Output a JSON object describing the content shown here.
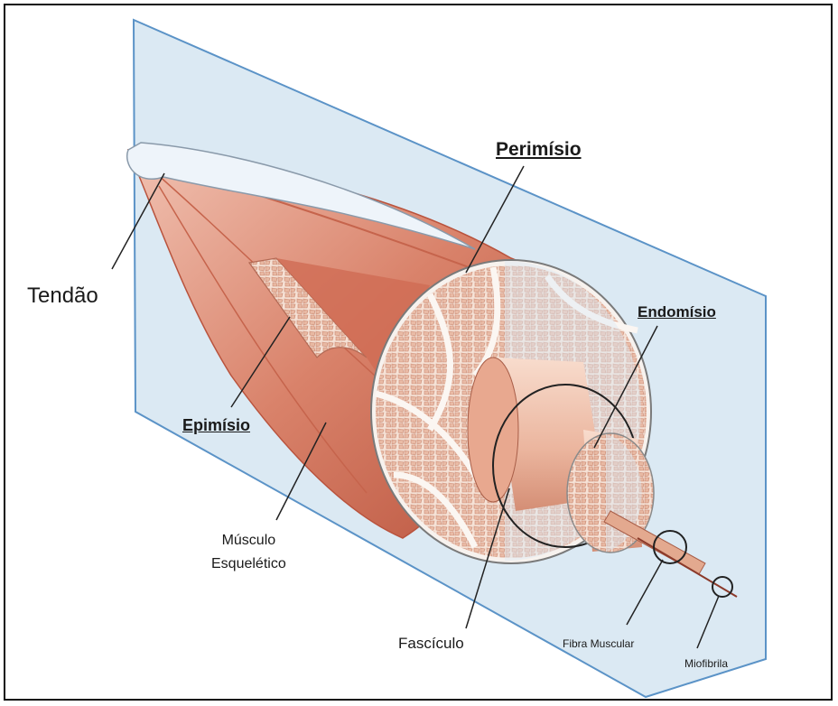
{
  "labels": {
    "tendao": "Tendão",
    "perimisio": "Perimísio",
    "endomisio": "Endomísio",
    "epimisio": "Epimísio",
    "musculo_line1": "Músculo",
    "musculo_line2": "Esquelético",
    "fasciculo": "Fascículo",
    "fibra_muscular": "Fibra Muscular",
    "miofibrila": "Miofibrila"
  },
  "colors": {
    "plane": "#dbe9f3",
    "plane_edge": "#5b93c7",
    "muscle": "#d9826a",
    "muscle_dark": "#b9533d",
    "tissue": "#f4dccf",
    "connective": "#f7f2ee",
    "tendon": "#eef4fa",
    "leader_line": "#222222"
  }
}
